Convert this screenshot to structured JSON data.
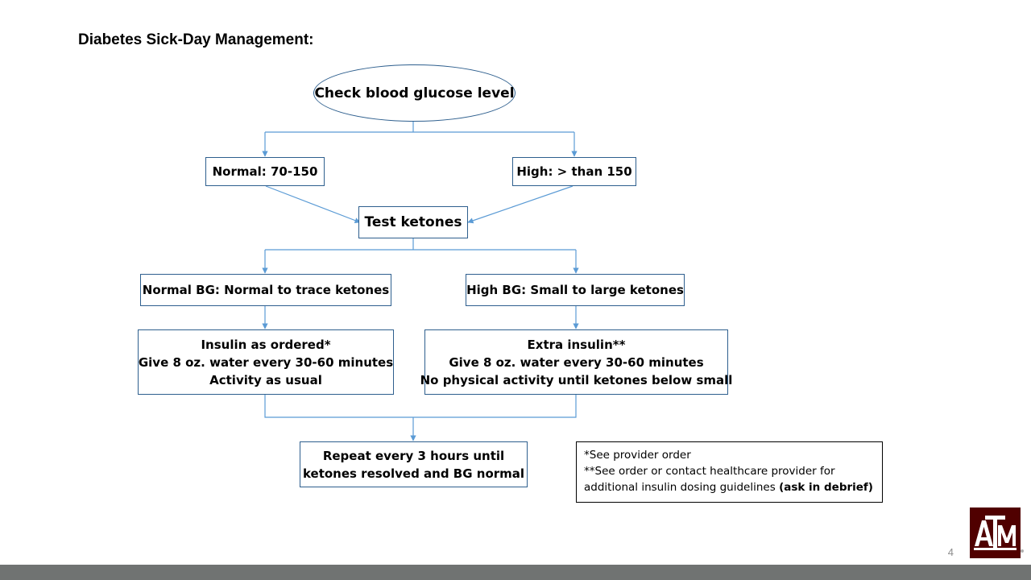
{
  "page": {
    "title": "Diabetes Sick-Day Management:",
    "page_number": "4"
  },
  "flowchart": {
    "start": "Check blood glucose level",
    "branch1": {
      "normal": "Normal:  70-150",
      "high": "High:  > than 150"
    },
    "test": "Test ketones",
    "branch2": {
      "normal": "Normal BG:  Normal to trace ketones",
      "high": "High BG:  Small to large ketones"
    },
    "actions": {
      "normal": [
        "Insulin as ordered*",
        "Give 8 oz. water every 30-60 minutes",
        "Activity as usual"
      ],
      "high": [
        "Extra insulin**",
        "Give 8 oz. water every 30-60 minutes",
        "No physical activity until ketones below small"
      ]
    },
    "repeat": [
      "Repeat every 3 hours until",
      "ketones resolved and BG normal"
    ]
  },
  "note": {
    "line1": "*See provider order",
    "line2": "**See order or contact healthcare provider for",
    "line3_plain": "additional insulin dosing guidelines ",
    "line3_bold": "(ask in debrief)"
  },
  "logo": {
    "text": "ATM",
    "colors": {
      "brand": "#500000",
      "footer": "#707372",
      "connector": "#5b9bd5",
      "box_border": "#2e5f8e"
    }
  }
}
